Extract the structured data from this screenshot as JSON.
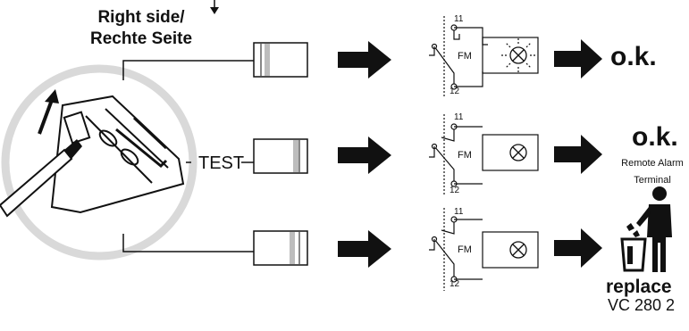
{
  "heading": {
    "line1": "Right side/",
    "line2": "Rechte Seite"
  },
  "test_label": "TEST",
  "rows": [
    {
      "terminal_top": "11",
      "terminal_bottom": "12",
      "relay": "FM",
      "result": "o.k."
    },
    {
      "terminal_top": "11",
      "terminal_bottom": "12",
      "relay": "FM",
      "result": "o.k.",
      "caption_line1": "Remote Alarm",
      "caption_line2": "Terminal"
    },
    {
      "terminal_top": "11",
      "terminal_bottom": "12",
      "relay": "FM",
      "result_line1": "replace",
      "result_line2": "VC 280 2"
    }
  ],
  "icons": [
    "arrow-down-icon",
    "arrow-right-icon",
    "lamp-lit-icon",
    "lamp-off-icon",
    "person-trash-icon",
    "tool-icon"
  ],
  "colors": {
    "ink": "#111111",
    "indicator_stripe": "#bdbdbd",
    "lens_rim": "#d9d9d9"
  }
}
